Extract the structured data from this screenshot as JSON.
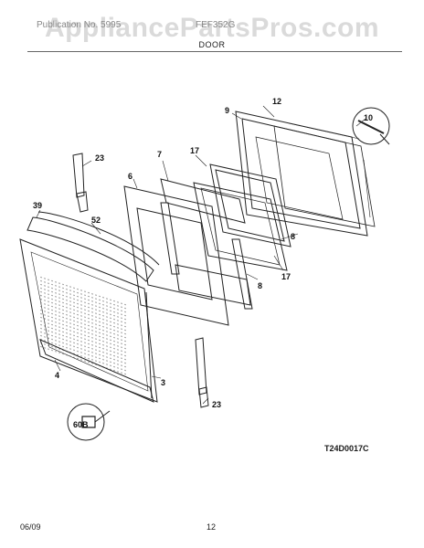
{
  "watermark": "AppliancePartsPros.com",
  "header": {
    "left_text": "Publication No. 5995",
    "right_text": "FEF352G",
    "section_title": "DOOR"
  },
  "diagram_code": "T24D0017C",
  "footer": {
    "date": "06/09",
    "page": "12"
  },
  "callouts": [
    "12",
    "9",
    "10",
    "23",
    "7",
    "17",
    "6",
    "39",
    "52",
    "8",
    "8",
    "17",
    "3",
    "4",
    "23",
    "60B"
  ]
}
